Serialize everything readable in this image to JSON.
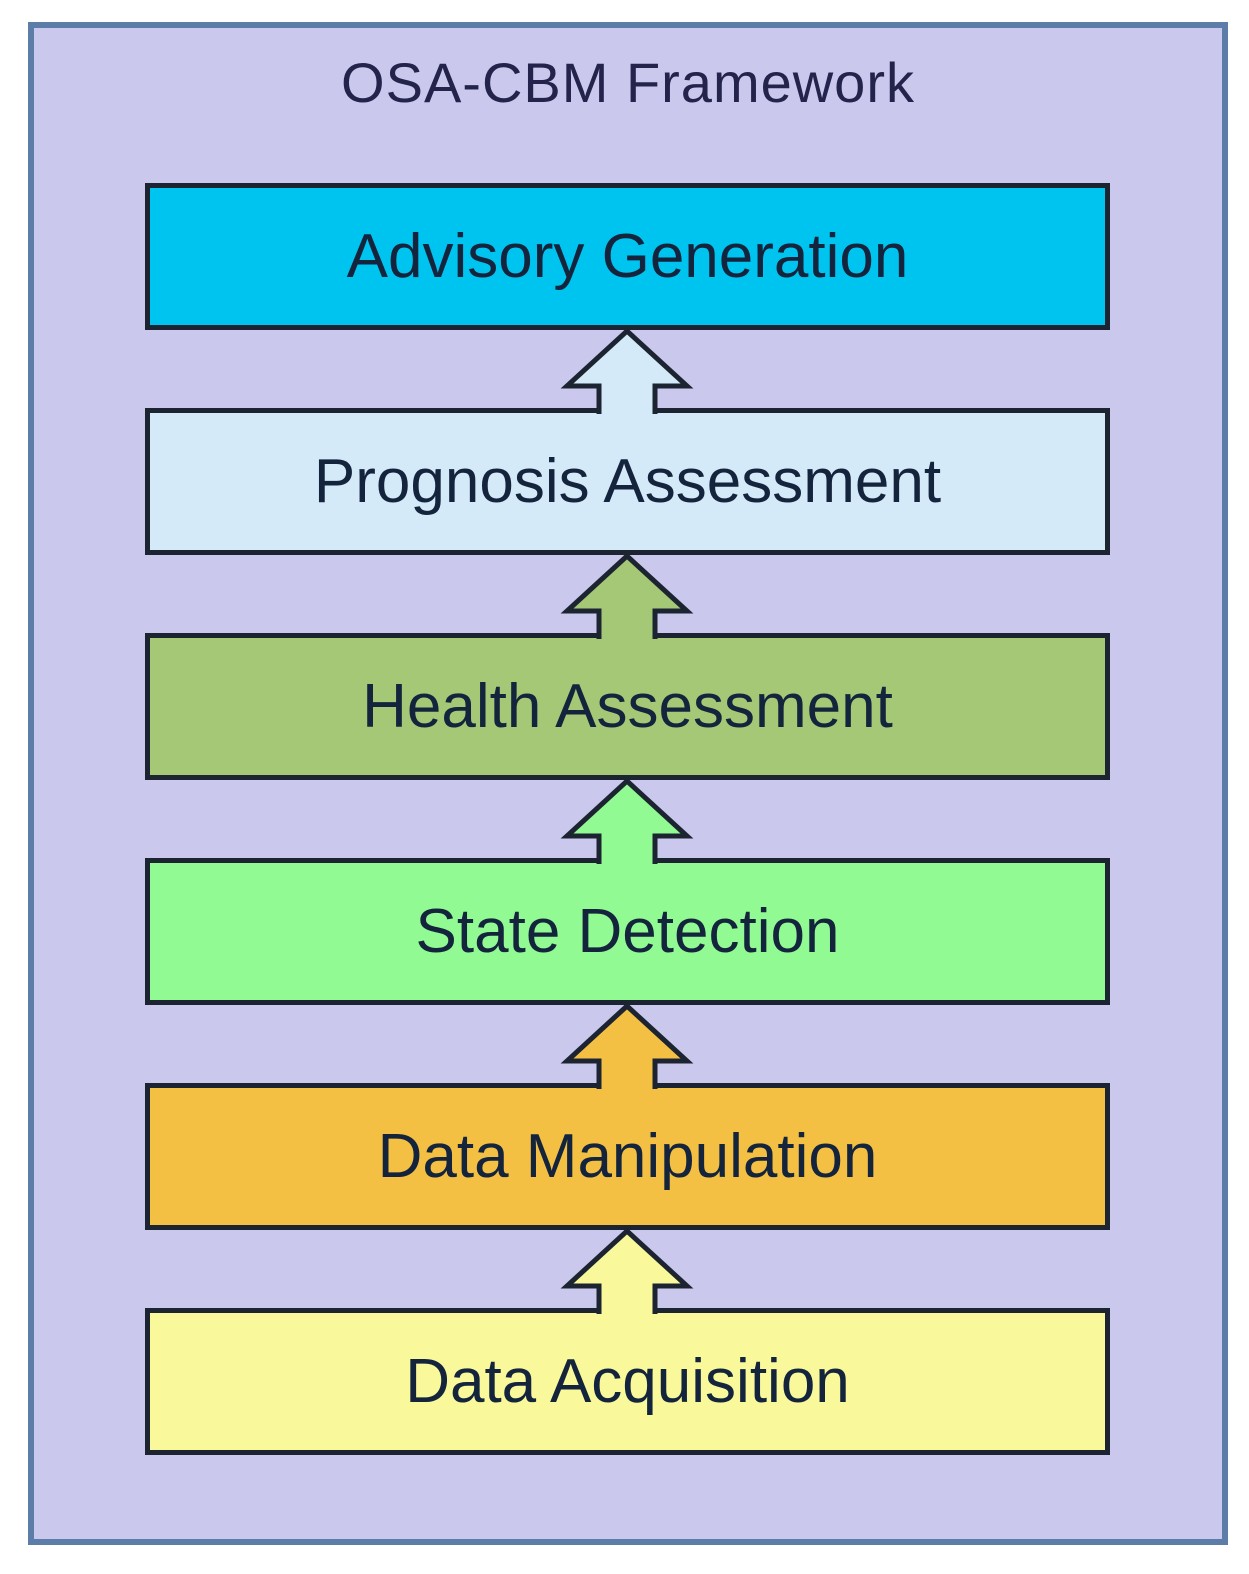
{
  "title": "OSA-CBM Framework",
  "frame": {
    "background": "#cbc8ed",
    "border_color": "#5b7da8"
  },
  "levels": [
    {
      "label": "Advisory Generation",
      "color": "#00c4f0"
    },
    {
      "label": "Prognosis Assessment",
      "color": "#d5eaf8"
    },
    {
      "label": "Health Assessment",
      "color": "#a5c877"
    },
    {
      "label": "State Detection",
      "color": "#92fa92"
    },
    {
      "label": "Data Manipulation",
      "color": "#f4c044"
    },
    {
      "label": "Data Acquisition",
      "color": "#f9f89a"
    }
  ],
  "arrows": [
    {
      "from": "Prognosis Assessment",
      "to": "Advisory Generation",
      "direction": "up",
      "color": "#d5eaf8"
    },
    {
      "from": "Health Assessment",
      "to": "Prognosis Assessment",
      "direction": "up",
      "color": "#a5c877"
    },
    {
      "from": "State Detection",
      "to": "Health Assessment",
      "direction": "up",
      "color": "#92fa92"
    },
    {
      "from": "Data Manipulation",
      "to": "State Detection",
      "direction": "up",
      "color": "#f4c044"
    },
    {
      "from": "Data Acquisition",
      "to": "Data Manipulation",
      "direction": "up",
      "color": "#f9f89a"
    }
  ]
}
